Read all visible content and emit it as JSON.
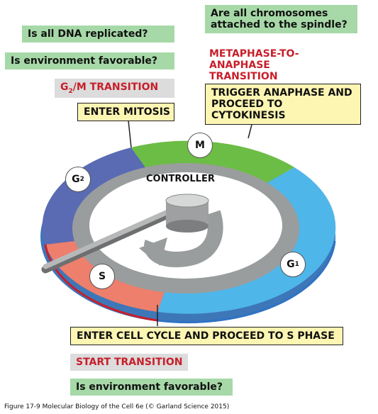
{
  "controller_label": "CONTROLLER",
  "phases": {
    "m": "M",
    "g2": {
      "base": "G",
      "sub": "2"
    },
    "g1": {
      "base": "G",
      "sub": "1"
    },
    "s": "S"
  },
  "g2m": {
    "question1": "Is all DNA replicated?",
    "question2": "Is environment favorable?",
    "transition_base": "G",
    "transition_sub": "2",
    "transition_rest": "/M TRANSITION",
    "action": "ENTER MITOSIS"
  },
  "metaphase": {
    "question": "Are all chromosomes\nattached to the spindle?",
    "transition": "METAPHASE-TO-ANAPHASE\nTRANSITION",
    "action": "TRIGGER ANAPHASE AND\nPROCEED TO CYTOKINESIS"
  },
  "start": {
    "action": "ENTER CELL CYCLE AND PROCEED TO S PHASE",
    "transition": "START TRANSITION",
    "question": "Is environment favorable?"
  },
  "caption": "Figure 17-9  Molecular Biology of the Cell 6e (© Garland Science 2015)",
  "colors": {
    "m_phase": "#6cbd45",
    "g1_phase": "#4fb6ea",
    "g2_phase": "#5a6bb4",
    "s_phase": "#ee7f6c",
    "inner_track": "#9a9d9d",
    "checkpoint_red": "#c81e2a",
    "question_green": "#a6d9a7",
    "action_yellow": "#fdf6b3"
  }
}
